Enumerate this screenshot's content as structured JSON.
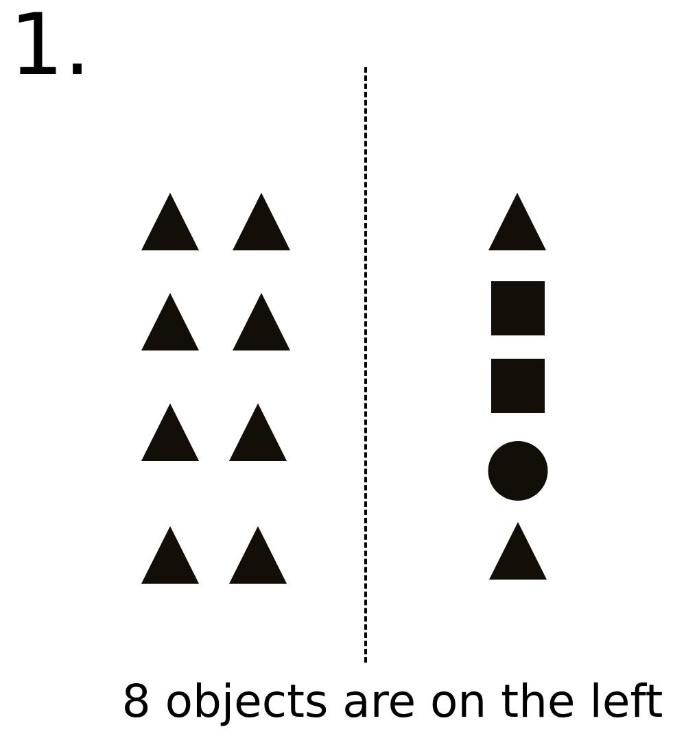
{
  "item_number": "1.",
  "caption": "8 objects are on the left",
  "shape_color": "#130e07",
  "left_group": {
    "count": 8,
    "shapes": [
      "triangle",
      "triangle",
      "triangle",
      "triangle",
      "triangle",
      "triangle",
      "triangle",
      "triangle"
    ]
  },
  "right_group": {
    "count": 5,
    "shapes": [
      "triangle",
      "square",
      "square",
      "circle",
      "triangle"
    ]
  }
}
